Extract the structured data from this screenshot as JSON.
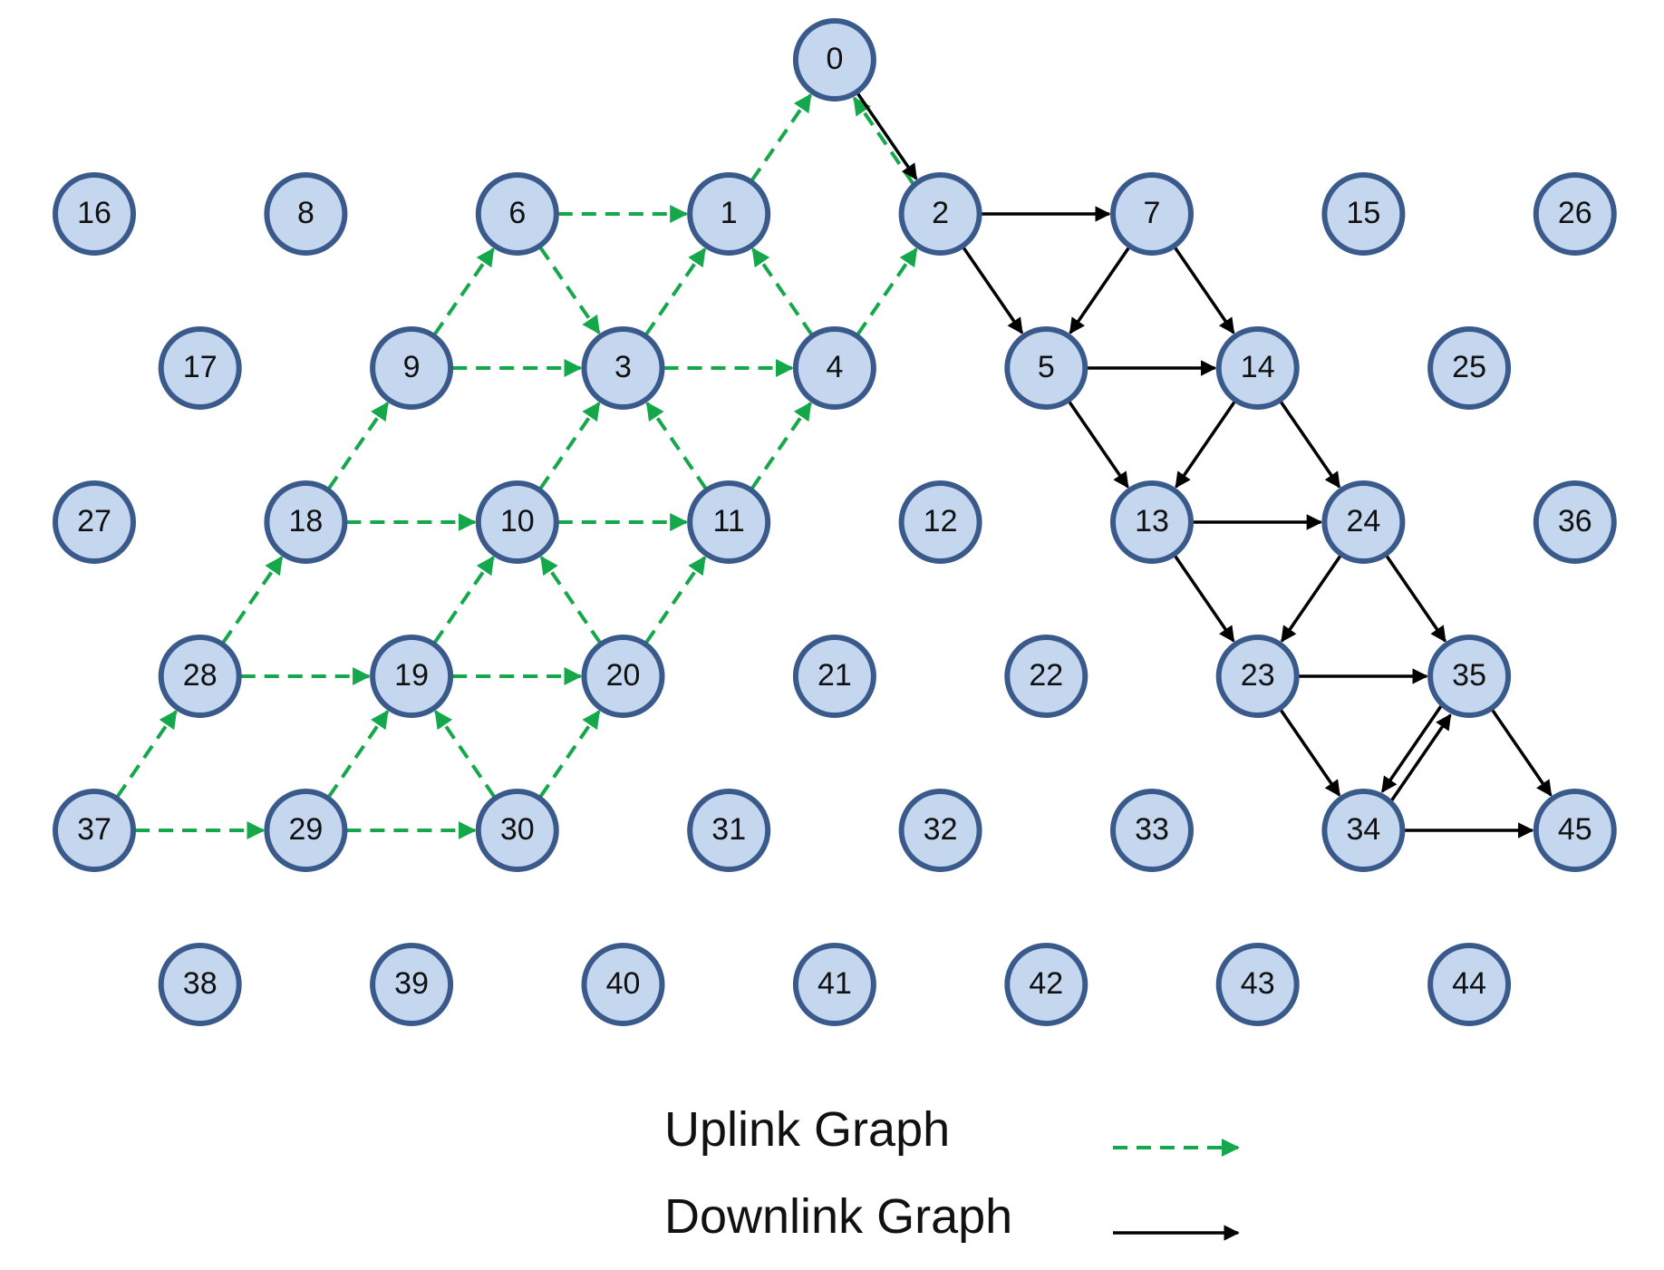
{
  "colors": {
    "uplink": "#14a84a",
    "downlink": "#000000",
    "node_fill": "#c5d7ef",
    "node_stroke": "#3a5a8c"
  },
  "legend": {
    "uplink_label": "Uplink Graph",
    "downlink_label": "Downlink Graph"
  },
  "nodes": [
    {
      "id": "0",
      "row": 0,
      "col": 7
    },
    {
      "id": "16",
      "row": 1,
      "col": 0
    },
    {
      "id": "8",
      "row": 1,
      "col": 2
    },
    {
      "id": "6",
      "row": 1,
      "col": 4
    },
    {
      "id": "1",
      "row": 1,
      "col": 6
    },
    {
      "id": "2",
      "row": 1,
      "col": 8
    },
    {
      "id": "7",
      "row": 1,
      "col": 10
    },
    {
      "id": "15",
      "row": 1,
      "col": 12
    },
    {
      "id": "26",
      "row": 1,
      "col": 14
    },
    {
      "id": "17",
      "row": 2,
      "col": 1
    },
    {
      "id": "9",
      "row": 2,
      "col": 3
    },
    {
      "id": "3",
      "row": 2,
      "col": 5
    },
    {
      "id": "4",
      "row": 2,
      "col": 7
    },
    {
      "id": "5",
      "row": 2,
      "col": 9
    },
    {
      "id": "14",
      "row": 2,
      "col": 11
    },
    {
      "id": "25",
      "row": 2,
      "col": 13
    },
    {
      "id": "27",
      "row": 3,
      "col": 0
    },
    {
      "id": "18",
      "row": 3,
      "col": 2
    },
    {
      "id": "10",
      "row": 3,
      "col": 4
    },
    {
      "id": "11",
      "row": 3,
      "col": 6
    },
    {
      "id": "12",
      "row": 3,
      "col": 8
    },
    {
      "id": "13",
      "row": 3,
      "col": 10
    },
    {
      "id": "24",
      "row": 3,
      "col": 12
    },
    {
      "id": "36",
      "row": 3,
      "col": 14
    },
    {
      "id": "28",
      "row": 4,
      "col": 1
    },
    {
      "id": "19",
      "row": 4,
      "col": 3
    },
    {
      "id": "20",
      "row": 4,
      "col": 5
    },
    {
      "id": "21",
      "row": 4,
      "col": 7
    },
    {
      "id": "22",
      "row": 4,
      "col": 9
    },
    {
      "id": "23",
      "row": 4,
      "col": 11
    },
    {
      "id": "35",
      "row": 4,
      "col": 13
    },
    {
      "id": "37",
      "row": 5,
      "col": 0
    },
    {
      "id": "29",
      "row": 5,
      "col": 2
    },
    {
      "id": "30",
      "row": 5,
      "col": 4
    },
    {
      "id": "31",
      "row": 5,
      "col": 6
    },
    {
      "id": "32",
      "row": 5,
      "col": 8
    },
    {
      "id": "33",
      "row": 5,
      "col": 10
    },
    {
      "id": "34",
      "row": 5,
      "col": 12
    },
    {
      "id": "45",
      "row": 5,
      "col": 14
    },
    {
      "id": "38",
      "row": 6,
      "col": 1
    },
    {
      "id": "39",
      "row": 6,
      "col": 3
    },
    {
      "id": "40",
      "row": 6,
      "col": 5
    },
    {
      "id": "41",
      "row": 6,
      "col": 7
    },
    {
      "id": "42",
      "row": 6,
      "col": 9
    },
    {
      "id": "43",
      "row": 6,
      "col": 11
    },
    {
      "id": "44",
      "row": 6,
      "col": 13
    }
  ],
  "uplink_edges": [
    [
      "37",
      "28"
    ],
    [
      "37",
      "29"
    ],
    [
      "29",
      "30"
    ],
    [
      "29",
      "19"
    ],
    [
      "30",
      "19"
    ],
    [
      "30",
      "20"
    ],
    [
      "28",
      "19"
    ],
    [
      "28",
      "18"
    ],
    [
      "19",
      "20"
    ],
    [
      "19",
      "10"
    ],
    [
      "20",
      "10"
    ],
    [
      "20",
      "11"
    ],
    [
      "18",
      "10"
    ],
    [
      "18",
      "9"
    ],
    [
      "10",
      "11"
    ],
    [
      "10",
      "3"
    ],
    [
      "11",
      "3"
    ],
    [
      "11",
      "4"
    ],
    [
      "9",
      "3"
    ],
    [
      "9",
      "6"
    ],
    [
      "3",
      "4"
    ],
    [
      "3",
      "1"
    ],
    [
      "4",
      "1"
    ],
    [
      "4",
      "2"
    ],
    [
      "6",
      "1"
    ],
    [
      "6",
      "3"
    ],
    [
      "1",
      "0"
    ],
    [
      "2",
      "0"
    ]
  ],
  "downlink_edges": [
    [
      "0",
      "2"
    ],
    [
      "2",
      "7"
    ],
    [
      "2",
      "5"
    ],
    [
      "7",
      "5"
    ],
    [
      "7",
      "14"
    ],
    [
      "5",
      "14"
    ],
    [
      "5",
      "13"
    ],
    [
      "14",
      "13"
    ],
    [
      "14",
      "24"
    ],
    [
      "13",
      "24"
    ],
    [
      "13",
      "23"
    ],
    [
      "24",
      "23"
    ],
    [
      "24",
      "35"
    ],
    [
      "23",
      "35"
    ],
    [
      "23",
      "34"
    ],
    [
      "35",
      "34"
    ],
    [
      "34",
      "35"
    ],
    [
      "35",
      "45"
    ],
    [
      "34",
      "45"
    ]
  ]
}
